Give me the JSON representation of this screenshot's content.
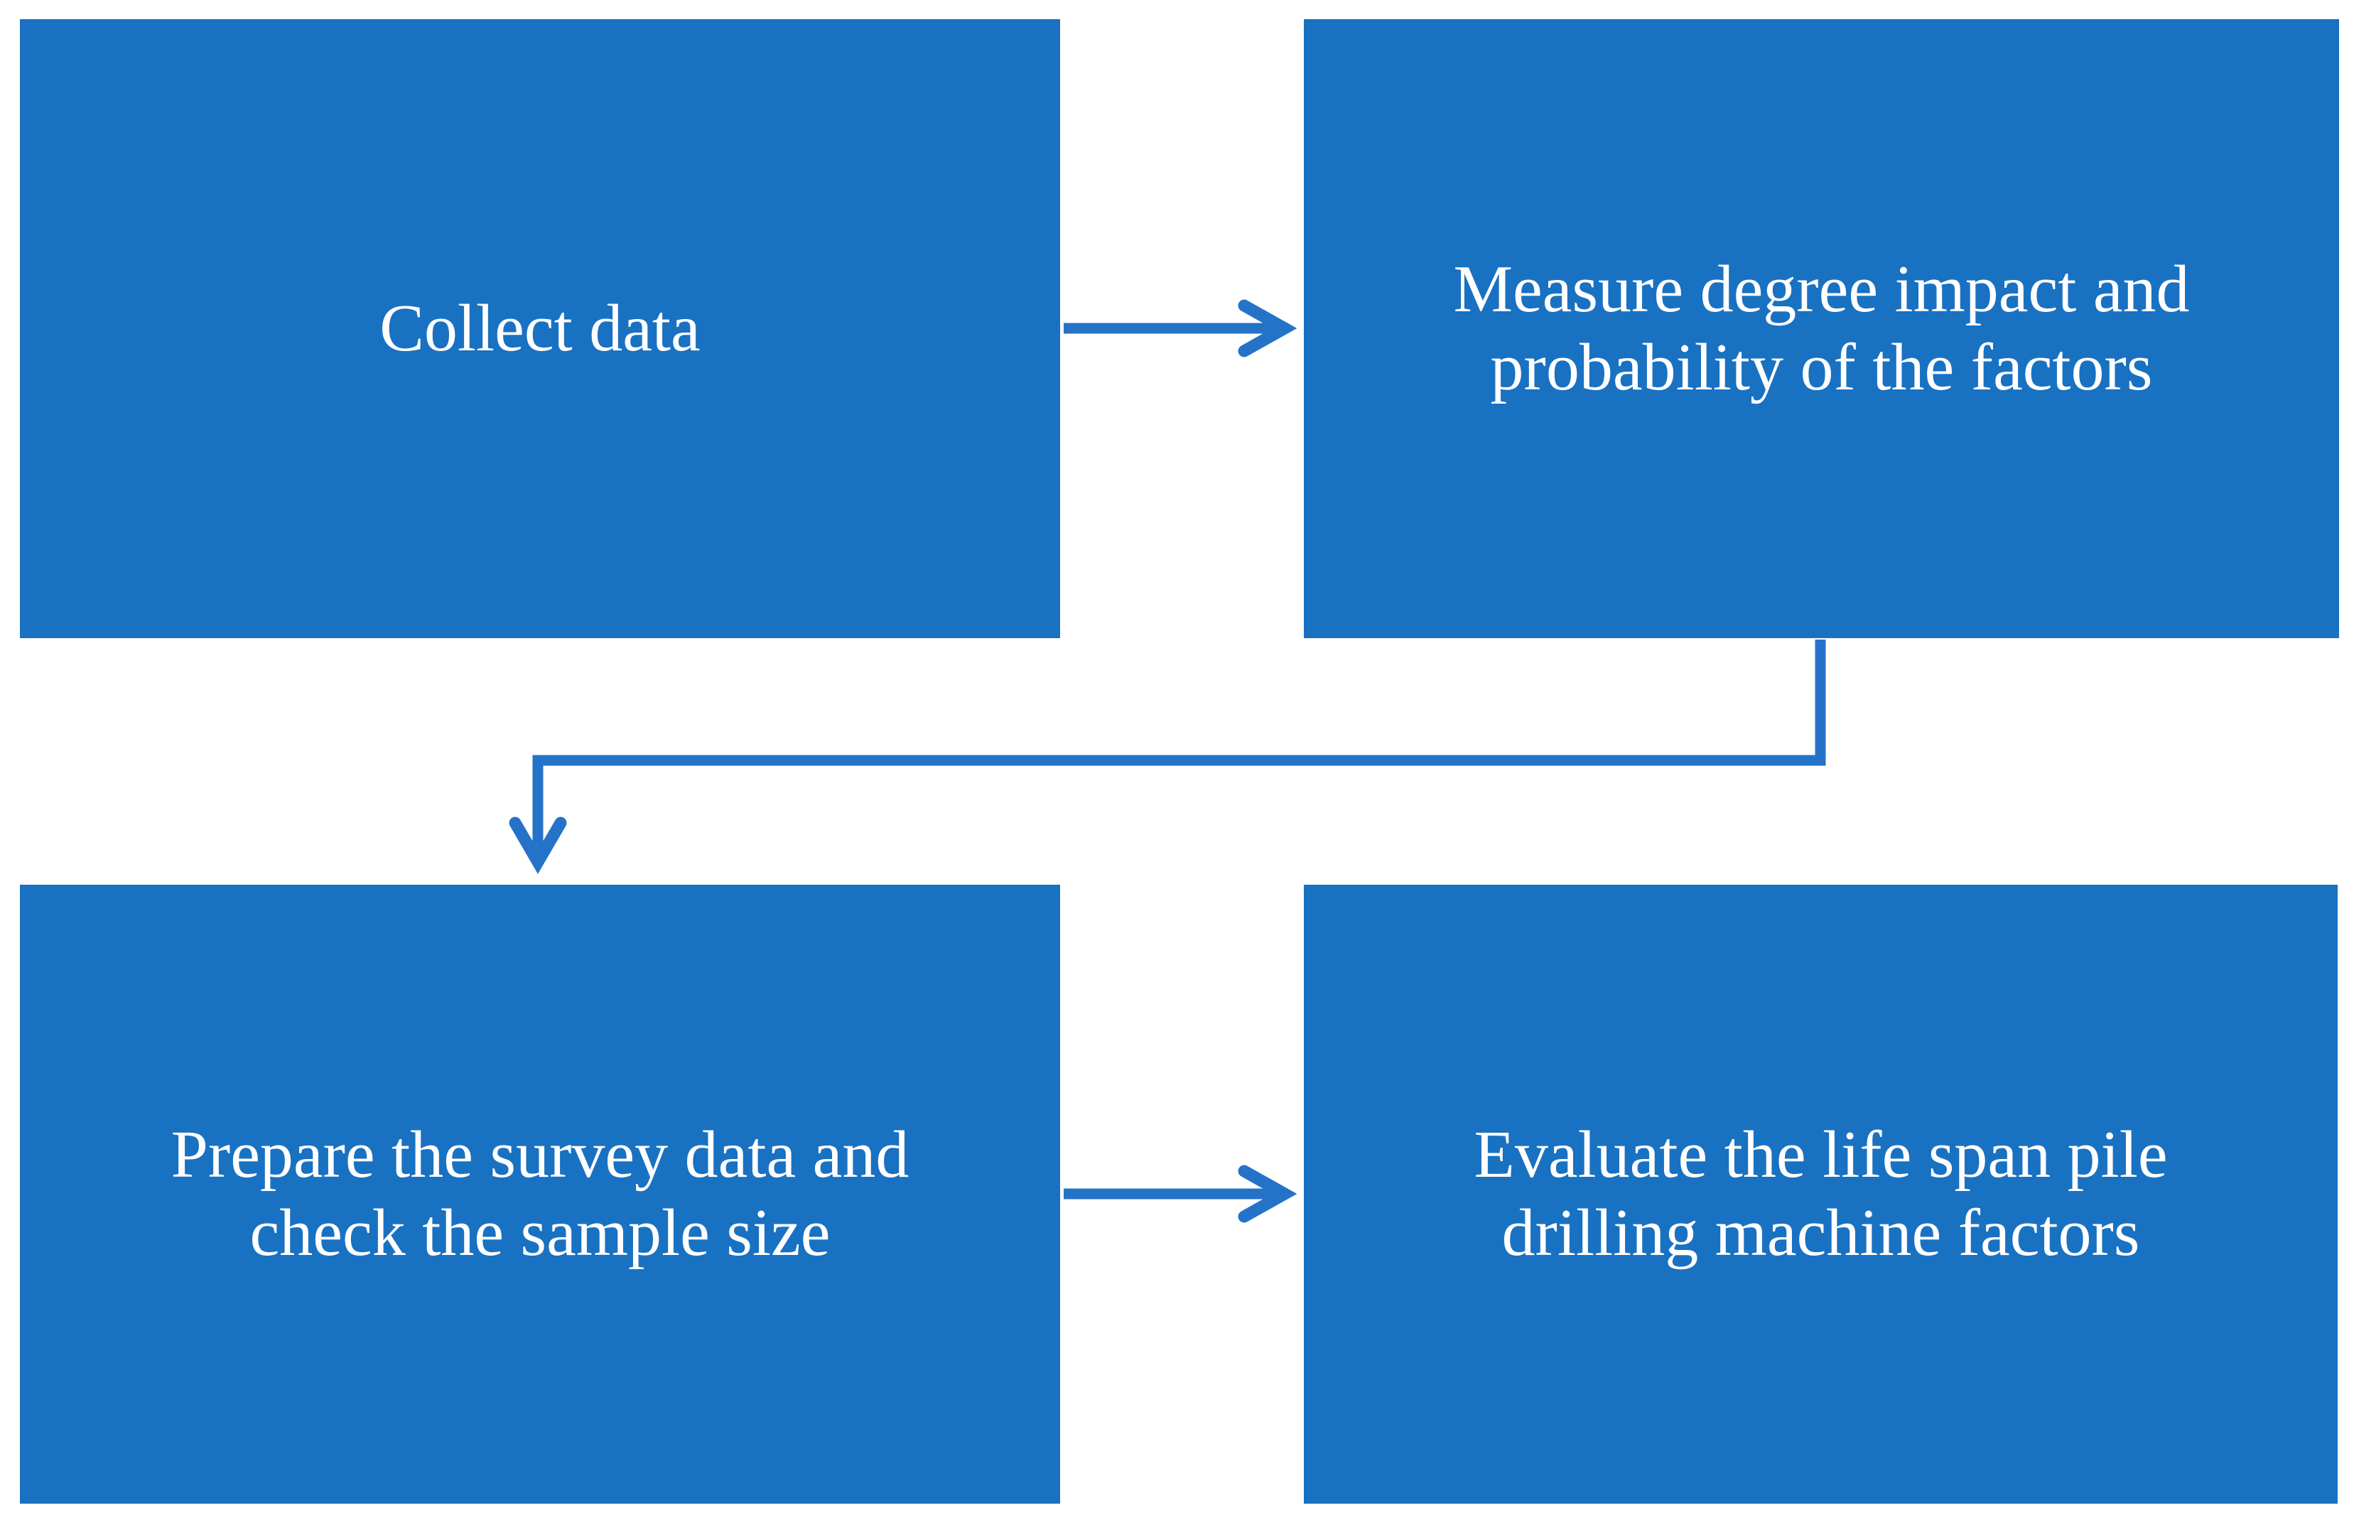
{
  "diagram": {
    "type": "flowchart",
    "colors": {
      "background": "#ffffff",
      "box_fill": "#1971c2",
      "arrow": "#2573c8",
      "text": "#ffffff"
    },
    "nodes": [
      {
        "id": "collect-data",
        "lines": [
          "Collect data",
          ""
        ]
      },
      {
        "id": "measure-impact",
        "lines": [
          "Measure degree impact and",
          "probability of the factors"
        ]
      },
      {
        "id": "prepare-survey",
        "lines": [
          "Prepare the survey data and",
          "check the sample size"
        ]
      },
      {
        "id": "evaluate-lifespan",
        "lines": [
          "Evaluate the life span pile",
          "drilling machine factors"
        ]
      }
    ],
    "connectors": [
      {
        "from": "collect-data",
        "to": "measure-impact",
        "style": "straight-arrow-right"
      },
      {
        "from": "measure-impact",
        "to": "prepare-survey",
        "style": "elbow-down-left-down-arrow"
      },
      {
        "from": "prepare-survey",
        "to": "evaluate-lifespan",
        "style": "straight-arrow-right"
      }
    ]
  }
}
